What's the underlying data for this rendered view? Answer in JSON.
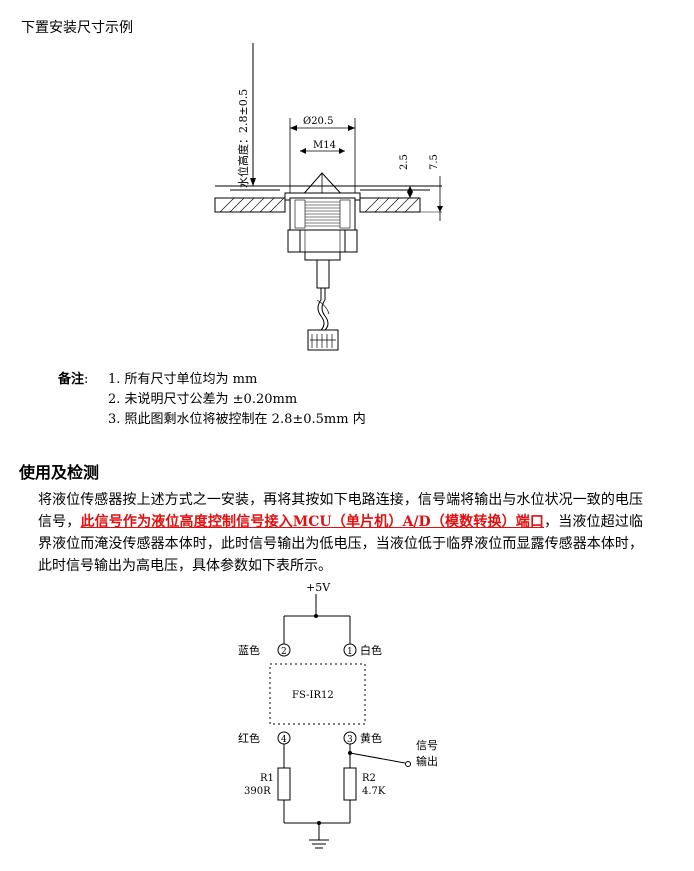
{
  "section_install": {
    "title": "下置安装尺寸示例"
  },
  "drawing": {
    "water_level_label": "水位高度：2.8±0.5",
    "diameter_label": "Ø20.5",
    "thread_label": "M14",
    "dim_small": "2.5",
    "dim_large": "7.5"
  },
  "notes": {
    "title": "备注",
    "colon": ":",
    "items": [
      "1. 所有尺寸单位均为 mm",
      "2. 未说明尺寸公差为 ±0.20mm",
      "3. 照此图剩水位将被控制在 2.8±0.5mm 内"
    ]
  },
  "section_usage": {
    "title": "使用及检测",
    "para_part1": "将液位传感器按上述方式之一安装，再将其按如下电路连接，信号端将输出与水位状况一致的电压信号，",
    "para_highlight": "此信号作为液位高度控制信号接入MCU（单片机）A/D（模数转换）端口",
    "para_part2": "，当液位超过临界液位而淹没传感器本体时，此时信号输出为低电压，当液位低于临界液位而显露传感器本体时，此时信号输出为高电压，具体参数如下表所示。"
  },
  "circuit": {
    "vcc": "+5V",
    "pin2": "蓝色",
    "pin1": "白色",
    "pin4": "红色",
    "pin3": "黄色",
    "chip": "FS-IR12",
    "signal_line1": "信号",
    "signal_line2": "输出",
    "r1_name": "R1",
    "r1_value": "390R",
    "r2_name": "R2",
    "r2_value": "4.7K",
    "circle_1": "1",
    "circle_2": "2",
    "circle_3": "3",
    "circle_4": "4"
  }
}
